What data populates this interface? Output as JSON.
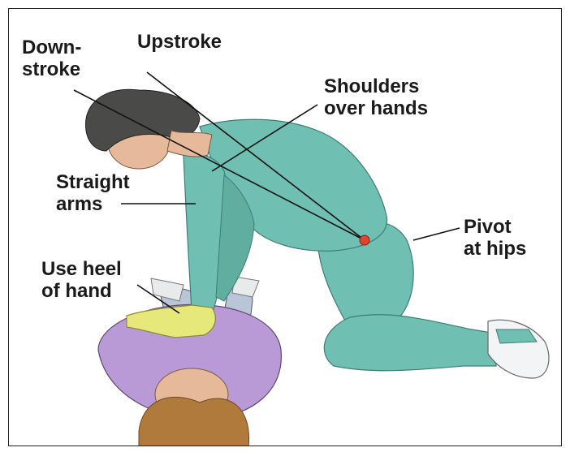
{
  "labels": {
    "downstroke": "Down-\nstroke",
    "upstroke": "Upstroke",
    "shoulders": "Shoulders\nover hands",
    "straight_arms": "Straight\narms",
    "pivot": "Pivot\nat hips",
    "heel": "Use heel\nof hand"
  },
  "colors": {
    "scrubs": "#6fbfb3",
    "scrubs_shadow": "#4f9e93",
    "skin": "#e6b99a",
    "hair_rescuer": "#4a4a48",
    "hair_victim": "#b07a3c",
    "victim_shirt": "#b99ad6",
    "victim_pants": "#b9c6d8",
    "glove": "#e6e87a",
    "triangle": "#9ab98a",
    "pivot_dot": "#e0442e"
  },
  "icons": {
    "pivot_marker": "red-dot"
  }
}
